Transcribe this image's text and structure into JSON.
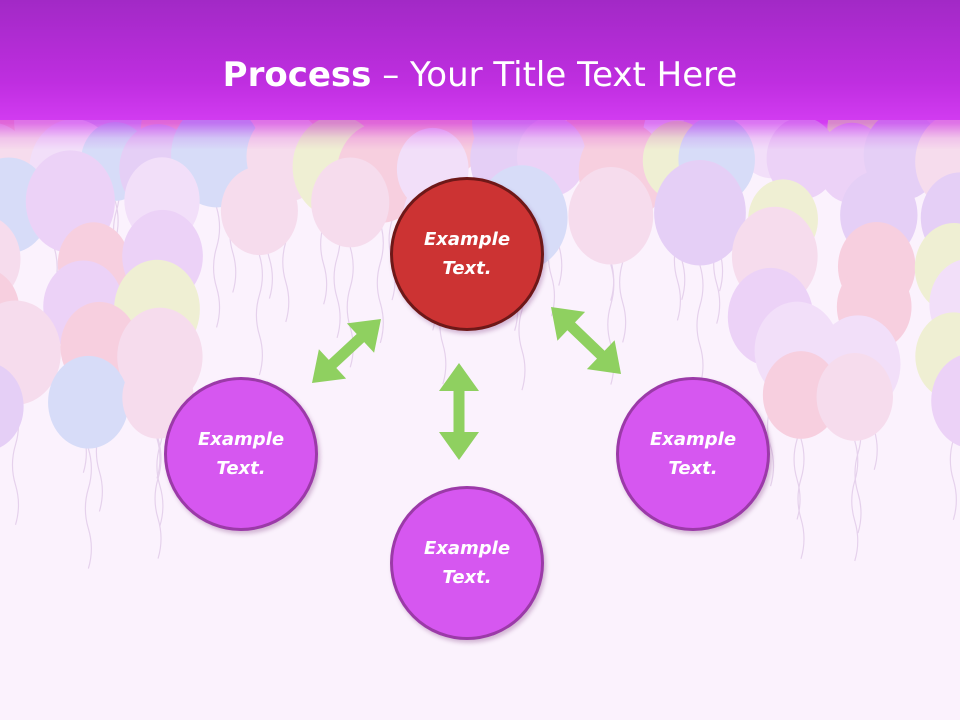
{
  "slide": {
    "title_bold": "Process",
    "title_sep": " – ",
    "title_rest": "Your Title Text Here"
  },
  "colors": {
    "header": "#c031e2",
    "center_node": "#cc3333",
    "outer_node": "#d657f0",
    "arrow": "#8fd060",
    "background": "#fbf2fd"
  },
  "diagram": {
    "center": {
      "label": "Example\nText."
    },
    "nodes": [
      {
        "label": "Example\nText."
      },
      {
        "label": "Example\nText."
      },
      {
        "label": "Example\nText."
      }
    ]
  }
}
